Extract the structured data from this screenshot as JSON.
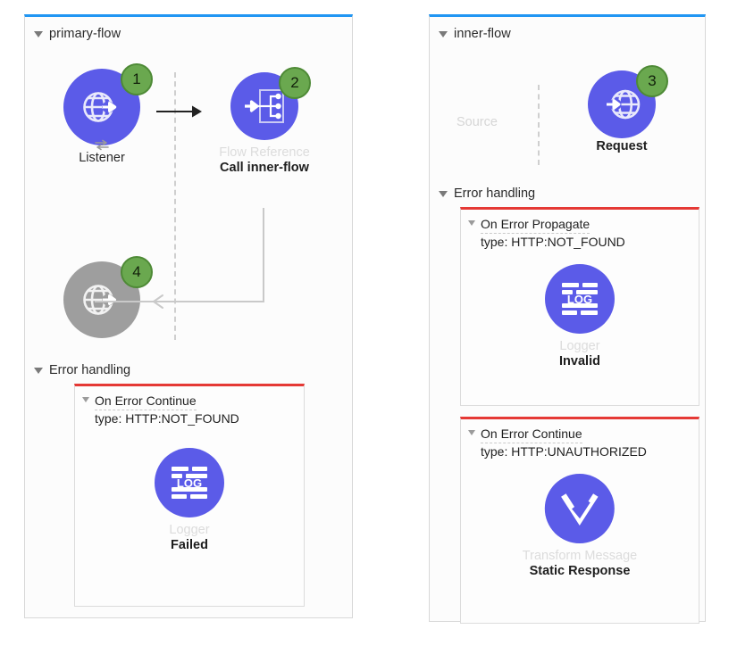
{
  "colors": {
    "node_blue": "#5b5be8",
    "node_gray": "#9e9e9e",
    "badge_green": "#6aa84f",
    "panel_top_border": "#2196f3",
    "error_top_border": "#e53935",
    "disabled_label": "#dcdcdc"
  },
  "primary_flow": {
    "title": "primary-flow",
    "nodes": [
      {
        "badge": "1",
        "type": "Listener",
        "name": "",
        "icon": "globe-arrow-out-icon",
        "state": "enabled"
      },
      {
        "badge": "2",
        "type": "Flow Reference",
        "name": "Call inner-flow",
        "icon": "flow-reference-icon",
        "state": "enabled"
      },
      {
        "badge": "4",
        "type": "",
        "name": "",
        "icon": "globe-arrow-out-icon",
        "state": "disabled"
      }
    ],
    "error_handling": {
      "label": "Error handling",
      "handlers": [
        {
          "title": "On Error Continue",
          "type": "type: HTTP:NOT_FOUND",
          "node": {
            "type": "Logger",
            "name": "Failed",
            "icon": "logger-icon"
          }
        }
      ]
    }
  },
  "inner_flow": {
    "title": "inner-flow",
    "source_placeholder": "Source",
    "nodes": [
      {
        "badge": "3",
        "type": "",
        "name": "Request",
        "icon": "globe-arrow-in-icon",
        "state": "enabled"
      }
    ],
    "error_handling": {
      "label": "Error handling",
      "handlers": [
        {
          "title": "On Error Propagate",
          "type": "type: HTTP:NOT_FOUND",
          "node": {
            "type": "Logger",
            "name": "Invalid",
            "icon": "logger-icon"
          }
        },
        {
          "title": "On Error Continue",
          "type": "type: HTTP:UNAUTHORIZED",
          "node": {
            "type": "Transform Message",
            "name": "Static Response",
            "icon": "transform-message-icon"
          }
        }
      ]
    }
  }
}
